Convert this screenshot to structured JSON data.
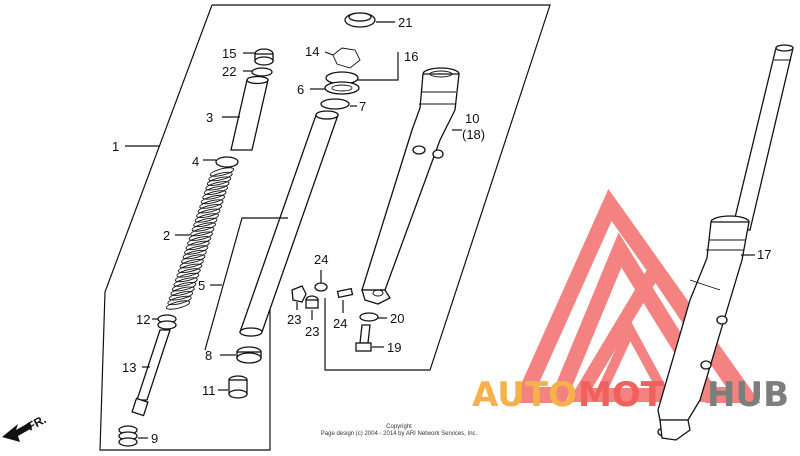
{
  "labels": {
    "p1": "1",
    "p2": "2",
    "p3": "3",
    "p4": "4",
    "p5": "5",
    "p6": "6",
    "p7": "7",
    "p8": "8",
    "p9": "9",
    "p10": "10",
    "p10b": "(18)",
    "p11": "11",
    "p12": "12",
    "p13": "13",
    "p14": "14",
    "p15": "15",
    "p16": "16",
    "p17": "17",
    "p19": "19",
    "p20": "20",
    "p21": "21",
    "p22": "22",
    "p23a": "23",
    "p23b": "23",
    "p24a": "24",
    "p24b": "24"
  },
  "direction": "FR.",
  "copyright": {
    "line1": "Copyright",
    "line2": "Page design (c) 2004 - 2014 by ARI Network Services, Inc."
  },
  "watermark": {
    "word_a": "AUTO",
    "word_b": "MOTO",
    "word_c": "HUB",
    "colors": {
      "orange": "#f6b24a",
      "red": "#f0605d",
      "grey": "#7d7d7d"
    }
  }
}
